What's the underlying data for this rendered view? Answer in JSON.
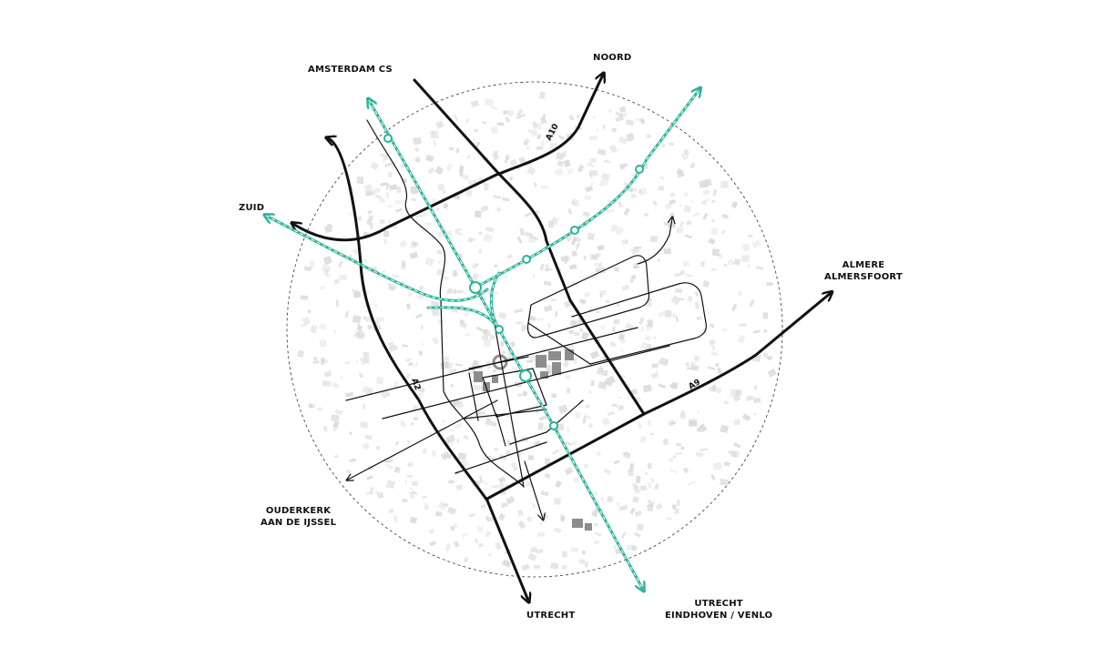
{
  "map": {
    "destinations": {
      "amsterdam_cs": "AMSTERDAM CS",
      "noord": "NOORD",
      "zuid": "ZUID",
      "almere": [
        "ALMERE",
        "ALMERSFOORT"
      ],
      "ouderkerk": [
        "OUDERKERK",
        "AAN DE IJSSEL"
      ],
      "utrecht": "UTRECHT",
      "utrecht_rail": [
        "UTRECHT",
        "EINDHOVEN / VENLO"
      ]
    },
    "roads": {
      "a10": "A10",
      "a2": "A2",
      "a9": "A9"
    },
    "colors": {
      "road": "#111111",
      "rail": "#2bb39a",
      "urban_fabric": "#d9d9d9",
      "landmark_buildings": "#8d8d8d"
    }
  }
}
